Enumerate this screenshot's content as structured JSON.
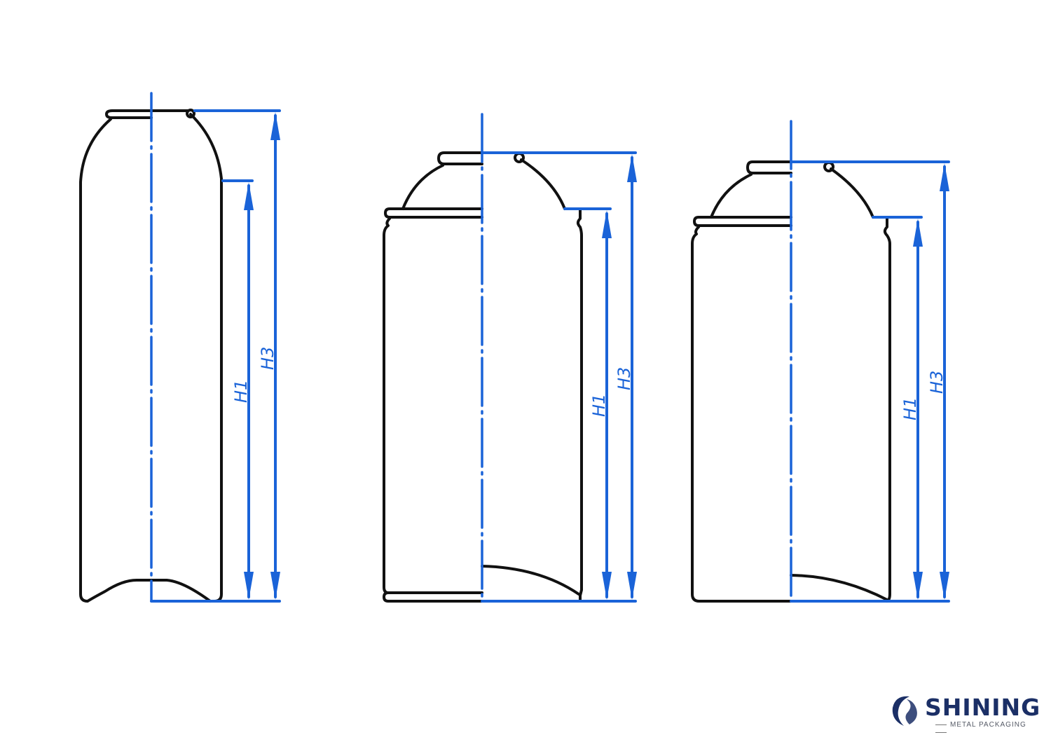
{
  "diagram": {
    "title": "",
    "colors": {
      "outline": "#111111",
      "dimension": "#1a63d8",
      "logo": "#1b2f66"
    },
    "cans": [
      {
        "id": "can-1",
        "type": "monobloc-aluminum",
        "labels": {
          "h1": "H1",
          "h3": "H3"
        }
      },
      {
        "id": "can-2",
        "type": "three-piece-tinplate",
        "labels": {
          "h1": "H1",
          "h3": "H3"
        }
      },
      {
        "id": "can-3",
        "type": "two-piece-tinplate",
        "labels": {
          "h1": "H1",
          "h3": "H3"
        }
      }
    ]
  },
  "logo": {
    "brand": "SHINING",
    "tagline": "METAL PACKAGING"
  }
}
